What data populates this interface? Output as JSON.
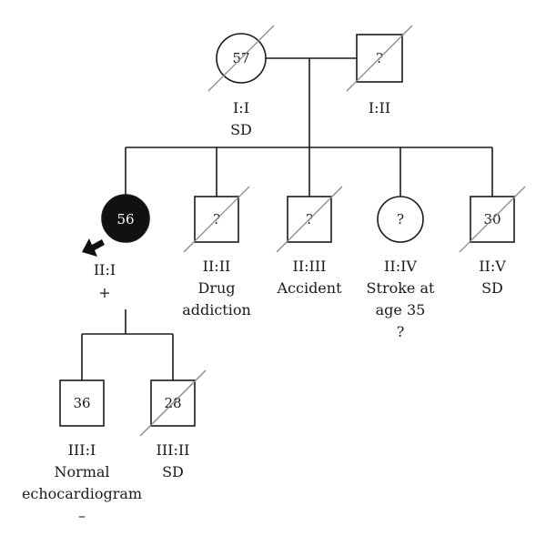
{
  "pedigree": {
    "individuals": {
      "I_I": {
        "id": "I:I",
        "sex": "female",
        "symbol_text": "57",
        "deceased": true,
        "affected": false,
        "notes": [
          "SD"
        ]
      },
      "I_II": {
        "id": "I:II",
        "sex": "male",
        "symbol_text": "?",
        "deceased": true,
        "affected": false,
        "notes": []
      },
      "II_I": {
        "id": "II:I",
        "sex": "female",
        "symbol_text": "56",
        "deceased": false,
        "affected": true,
        "proband": true,
        "notes": [
          "+"
        ]
      },
      "II_II": {
        "id": "II:II",
        "sex": "male",
        "symbol_text": "?",
        "deceased": true,
        "affected": false,
        "notes": [
          "Drug",
          "addiction"
        ]
      },
      "II_III": {
        "id": "II:III",
        "sex": "male",
        "symbol_text": "?",
        "deceased": true,
        "affected": false,
        "notes": [
          "Accident"
        ]
      },
      "II_IV": {
        "id": "II:IV",
        "sex": "female",
        "symbol_text": "?",
        "deceased": false,
        "affected": false,
        "notes": [
          "Stroke at",
          "age 35",
          "?"
        ]
      },
      "II_V": {
        "id": "II:V",
        "sex": "male",
        "symbol_text": "30",
        "deceased": true,
        "affected": false,
        "notes": [
          "SD"
        ]
      },
      "III_I": {
        "id": "III:I",
        "sex": "male",
        "symbol_text": "36",
        "deceased": false,
        "affected": false,
        "notes": [
          "Normal",
          "echocardiogram",
          "–"
        ]
      },
      "III_II": {
        "id": "III:II",
        "sex": "male",
        "symbol_text": "28",
        "deceased": true,
        "affected": false,
        "notes": [
          "SD"
        ]
      }
    },
    "colors": {
      "line": "#1a1a1a",
      "affected_fill": "#111111",
      "deceased_slash": "#8a8a8a"
    },
    "icons": {
      "proband_marker": "proband-arrow-icon"
    }
  }
}
